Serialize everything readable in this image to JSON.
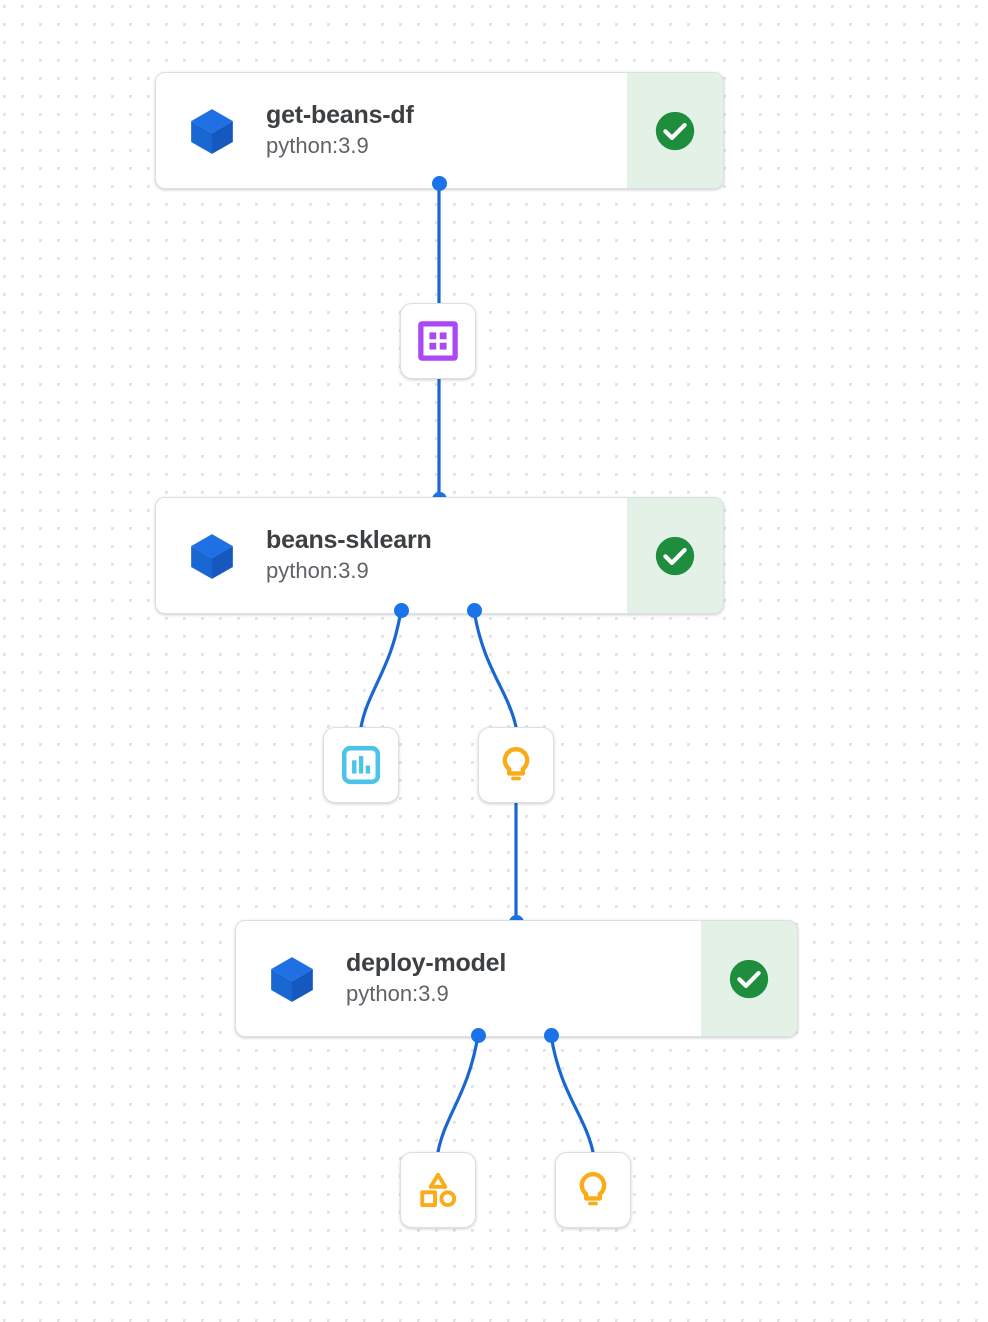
{
  "canvas": {
    "background": "#ffffff",
    "dot_color": "#e3e3e5",
    "edge_color": "#1a67d2",
    "port_color": "#1a73e8"
  },
  "tasks": [
    {
      "id": "get-beans-df",
      "name": "get-beans-df",
      "runtime": "python:3.9",
      "icon": "cube-icon",
      "status": "succeeded",
      "status_icon": "check-circle-icon",
      "status_color": "#1e8e3e",
      "status_bg": "#e3f1e6"
    },
    {
      "id": "beans-sklearn",
      "name": "beans-sklearn",
      "runtime": "python:3.9",
      "icon": "cube-icon",
      "status": "succeeded",
      "status_icon": "check-circle-icon",
      "status_color": "#1e8e3e",
      "status_bg": "#e3f1e6"
    },
    {
      "id": "deploy-model",
      "name": "deploy-model",
      "runtime": "python:3.9",
      "icon": "cube-icon",
      "status": "succeeded",
      "status_icon": "check-circle-icon",
      "status_color": "#1e8e3e",
      "status_bg": "#e3f1e6"
    }
  ],
  "artifacts": [
    {
      "id": "dataset-artifact",
      "icon": "dataset-icon",
      "color": "#ab47f5"
    },
    {
      "id": "metrics-artifact",
      "icon": "bar-chart-icon",
      "color": "#4ac4e8"
    },
    {
      "id": "model-artifact",
      "icon": "lightbulb-icon",
      "color": "#f9ab18"
    },
    {
      "id": "shapes-artifact",
      "icon": "classification-icon",
      "color": "#f9ab18"
    },
    {
      "id": "endpoint-artifact",
      "icon": "lightbulb-icon",
      "color": "#f9ab18"
    }
  ]
}
